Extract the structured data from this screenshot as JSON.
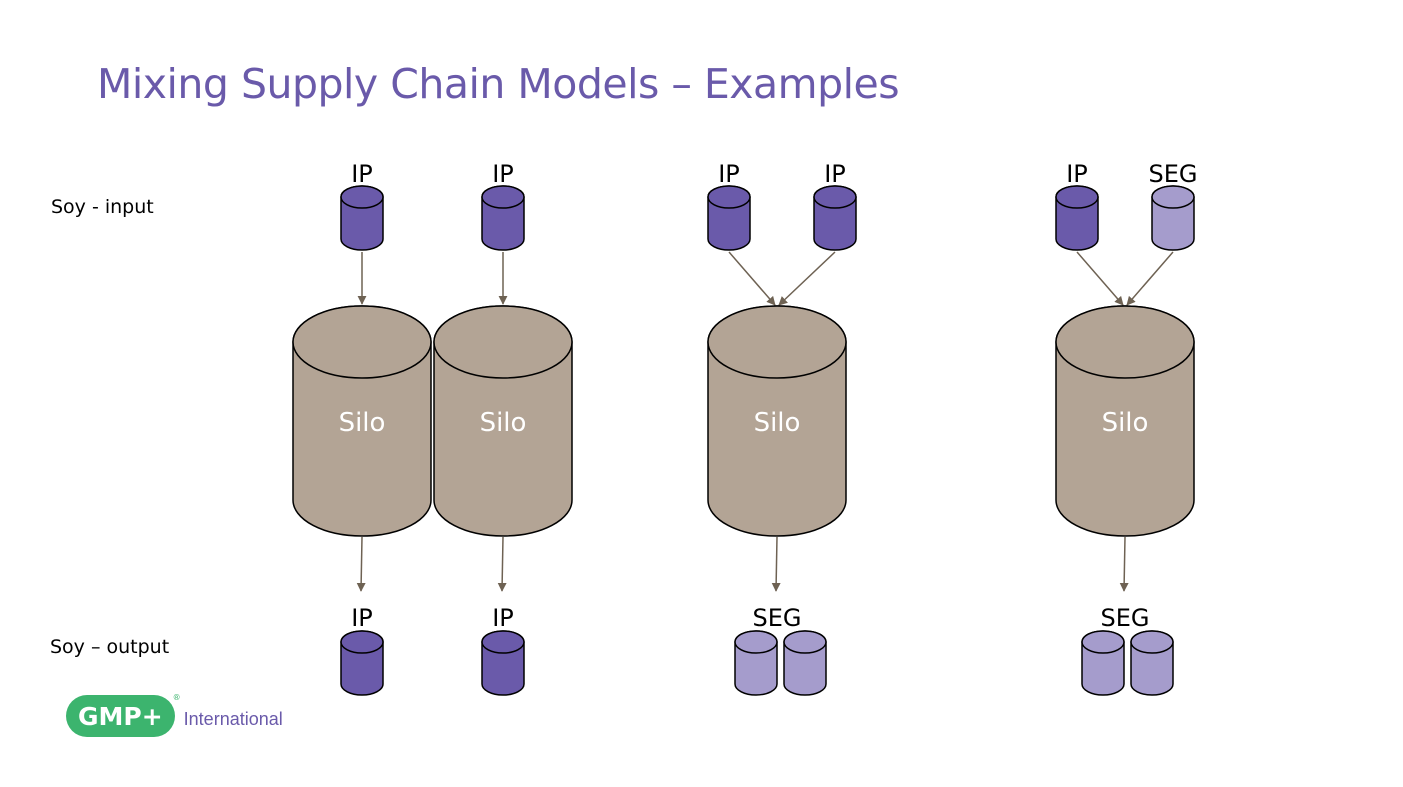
{
  "title": "Mixing Supply Chain Models – Examples",
  "labels": {
    "input": "Soy - input",
    "output": "Soy – output"
  },
  "colors": {
    "ip": "#6a5aaa",
    "seg": "#a59ccc",
    "silo": "#b3a495",
    "arrow": "#6e6253",
    "title": "#6a5aaa"
  },
  "logo": {
    "badge": "GMP+",
    "registered": "®",
    "sub": "International"
  },
  "examples": [
    {
      "inputs": [
        "IP"
      ],
      "silo": "Silo",
      "output": {
        "label": "IP",
        "type": "IP",
        "count": 1
      }
    },
    {
      "inputs": [
        "IP"
      ],
      "silo": "Silo",
      "output": {
        "label": "IP",
        "type": "IP",
        "count": 1
      }
    },
    {
      "inputs": [
        "IP",
        "IP"
      ],
      "silo": "Silo",
      "output": {
        "label": "SEG",
        "type": "SEG",
        "count": 2
      }
    },
    {
      "inputs": [
        "IP",
        "SEG"
      ],
      "silo": "Silo",
      "output": {
        "label": "SEG",
        "type": "SEG",
        "count": 2
      }
    }
  ]
}
